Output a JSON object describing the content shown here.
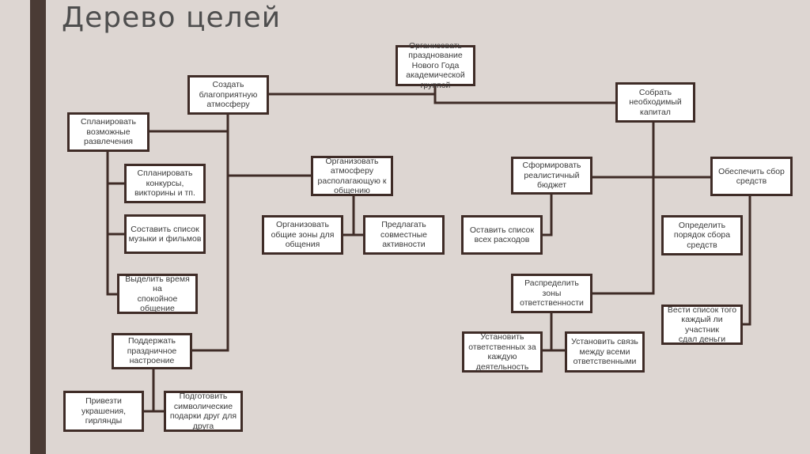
{
  "title": "Дерево целей",
  "colors": {
    "background": "#ddd6d2",
    "accent_bar": "#4a3b35",
    "box_border": "#3f2c27",
    "line": "#3f2c27"
  },
  "nodes": {
    "root": "Организовать\nпразднование\nНового Года\nакадемической\nгруппой",
    "atmosphere": "Создать\nблагоприятную\nатмосферу",
    "capital": "Собрать\nнеобходимый\nкапитал",
    "plan_entertainment": "Спланировать\nвозможные\nразвлечения",
    "plan_contests": "Спланировать\nконкурсы,\nвикторины и тп.",
    "music_list": "Составить список\nмузыки и фильмов",
    "calm_time": "Выделить время на\nспокойное общение",
    "organize_atmosphere": "Организовать\nатмосферу\nрасполагающую к\nобщению",
    "common_zones": "Организовать\nобщие зоны для\nобщения",
    "joint_activities": "Предлагать\nсовместные\nактивности",
    "festive_mood": "Поддержать\nпраздничное\nнастроение",
    "decorations": "Привезти\nукрашения,\nгирлянды",
    "gifts": "Подготовить\nсимволические\nподарки друг для\nдруга",
    "budget": "Сформировать\nреалистичный\nбюджет",
    "expenses_list": "Оставить список\nвсех расходов",
    "fund_raising": "Обеспечить сбор\nсредств",
    "collection_order": "Определить\nпорядок сбора\nсредств",
    "payment_list": "Вести список того\nкаждый ли участник\nсдал деньги",
    "responsibility": "Распределить зоны\nответственности",
    "assign_responsible": "Установить\nответственных за\nкаждую\nдеятельность",
    "connect_responsible": "Установить связь\nмежду всеми\nответственными"
  }
}
